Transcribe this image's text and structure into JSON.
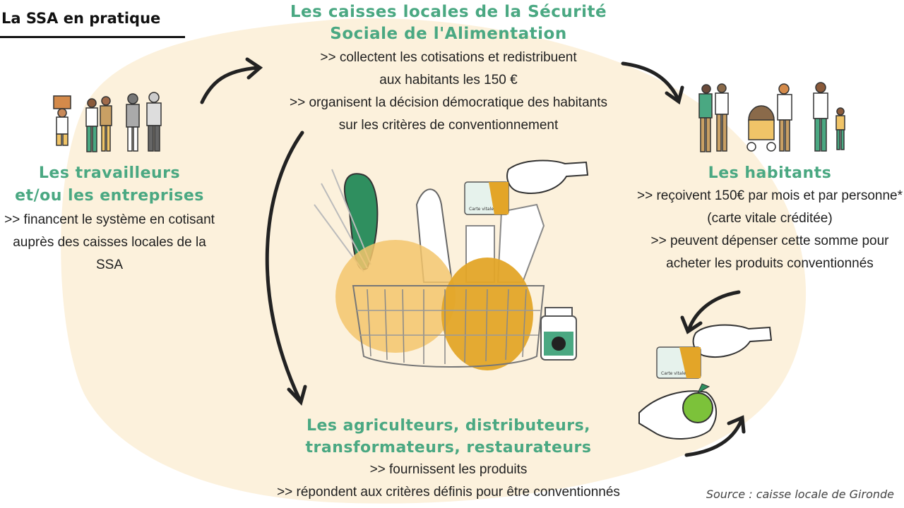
{
  "title": "La SSA en pratique",
  "source": "Source : caisse locale de Gironde",
  "colors": {
    "green": "#4aa882",
    "cream": "#fcf1dc",
    "ochre": "#e3a528",
    "ink": "#1f1f1f"
  },
  "caisses": {
    "title_lines": [
      "Les caisses locales de la Sécurité",
      "Sociale de l'Alimentation"
    ],
    "lines": [
      ">> collectent les cotisations et redistribuent",
      "aux habitants les 150 €",
      ">> organisent la décision démocratique des habitants",
      "sur les critères de conventionnement"
    ]
  },
  "travailleurs": {
    "title_lines": [
      "Les travailleurs",
      "et/ou les entreprises"
    ],
    "lines": [
      ">>  financent le système en cotisant",
      "auprès des caisses locales de la SSA"
    ]
  },
  "habitants": {
    "title_lines": [
      "Les habitants"
    ],
    "lines": [
      ">> reçoivent 150€ par mois et par personne*",
      "(carte vitale créditée)",
      ">> peuvent dépenser cette somme pour",
      "acheter les produits conventionnés"
    ]
  },
  "agriculteurs": {
    "title_lines": [
      "Les agriculteurs, distributeurs,",
      "transformateurs, restaurateurs"
    ],
    "lines": [
      ">>  fournissent les produits",
      ">> répondent aux critères définis pour être conventionnés"
    ]
  },
  "card_label": "Carte vitale",
  "icons": [
    "arrow-icon",
    "basket-icon",
    "hand-icon",
    "card-icon",
    "jar-icon",
    "apple-icon",
    "people-icon"
  ]
}
